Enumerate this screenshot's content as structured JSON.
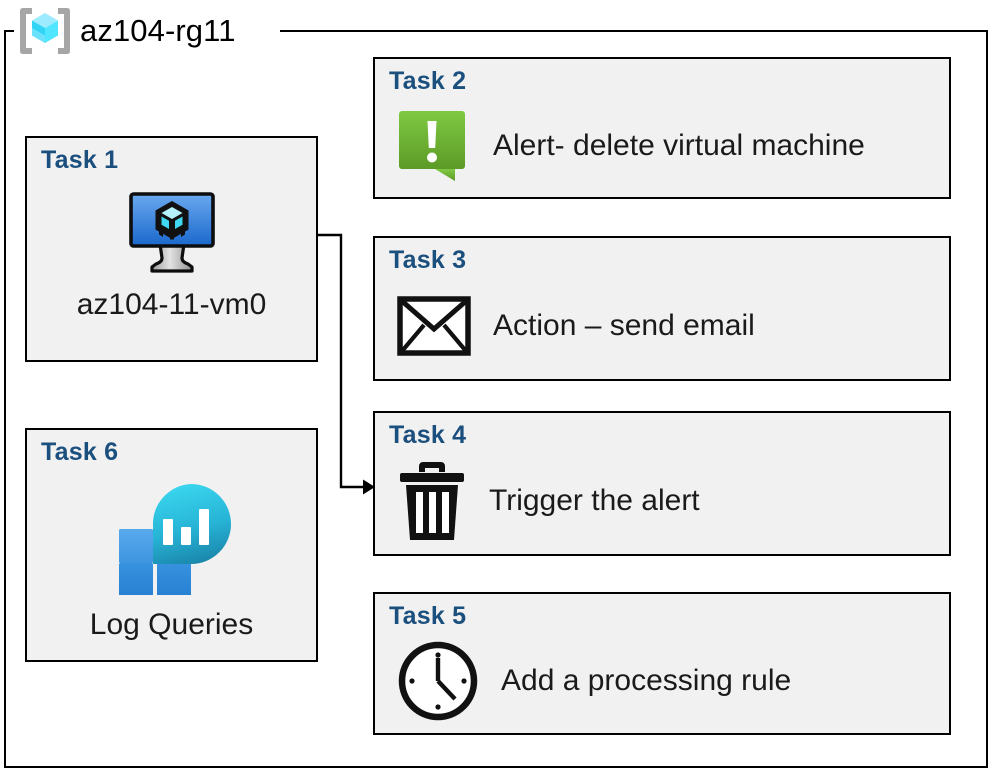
{
  "resource_group": {
    "name": "az104-rg11",
    "icon": "azure-resource-group-cube-icon"
  },
  "cards": {
    "task1": {
      "title": "Task 1",
      "label": "az104-11-vm0",
      "icon": "virtual-machine-monitor-icon"
    },
    "task2": {
      "title": "Task 2",
      "label": "Alert- delete virtual machine",
      "icon": "alert-exclamation-bubble-icon"
    },
    "task3": {
      "title": "Task 3",
      "label": "Action – send email",
      "icon": "envelope-icon"
    },
    "task4": {
      "title": "Task 4",
      "label": "Trigger the alert",
      "icon": "trash-can-icon"
    },
    "task5": {
      "title": "Task 5",
      "label": "Add a processing rule",
      "icon": "clock-icon"
    },
    "task6": {
      "title": "Task 6",
      "label": "Log Queries",
      "icon": "log-analytics-chart-icon"
    }
  },
  "connector": {
    "name": "vm-to-trigger-alert-arrow",
    "from": "task1",
    "to": "task4"
  },
  "colors": {
    "task_title": "#1b4f7e",
    "card_fill": "#f1f1f1",
    "card_border": "#000000",
    "text": "#1a1a1a",
    "alert_green_light": "#7ac143",
    "alert_green_dark": "#5f9e27",
    "vm_blue_light": "#5b9be8",
    "vm_blue_dark": "#1c6fd0",
    "cube_cyan": "#7ee8f5",
    "loganalytics_cyan": "#32d0e8",
    "loganalytics_teal": "#1b8fb4",
    "loganalytics_square_light": "#4fa3e8",
    "loganalytics_square_dark": "#2e8bd8",
    "rg_icon_bracket": "#a6a6a6",
    "rg_icon_cube": "#50e6ff"
  }
}
